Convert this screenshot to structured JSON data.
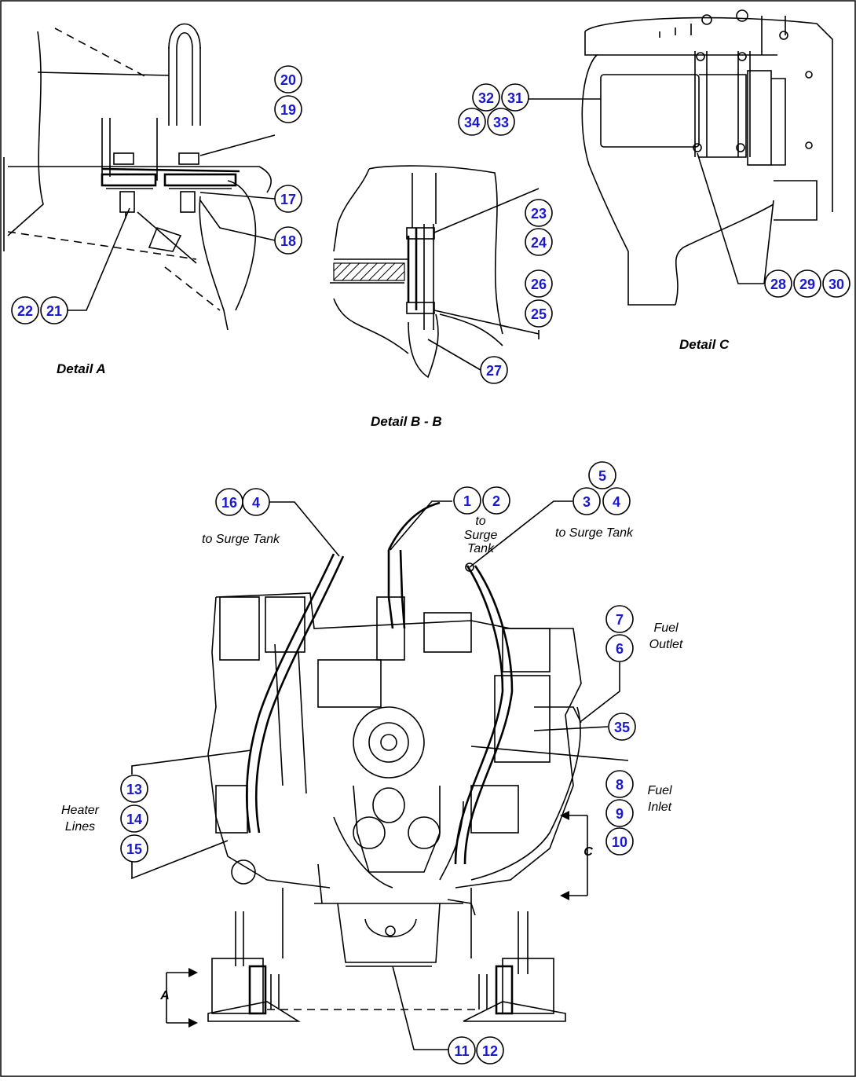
{
  "captions": {
    "detail_a": "Detail A",
    "detail_bb": "Detail B - B",
    "detail_c": "Detail C"
  },
  "labels": {
    "to_surge_tank_left": "to Surge Tank",
    "to_surge_tank_mid": [
      "to",
      "Surge",
      "Tank"
    ],
    "to_surge_tank_right": "to Surge Tank",
    "fuel_outlet": [
      "Fuel",
      "Outlet"
    ],
    "fuel_inlet": [
      "Fuel",
      "Inlet"
    ],
    "heater_lines": [
      "Heater",
      "Lines"
    ],
    "section_a": "A",
    "section_c": "C"
  },
  "callouts": [
    {
      "id": "c20",
      "text": "20"
    },
    {
      "id": "c19",
      "text": "19"
    },
    {
      "id": "c17",
      "text": "17"
    },
    {
      "id": "c18",
      "text": "18"
    },
    {
      "id": "c22",
      "text": "22"
    },
    {
      "id": "c21",
      "text": "21"
    },
    {
      "id": "c23",
      "text": "23"
    },
    {
      "id": "c24",
      "text": "24"
    },
    {
      "id": "c26",
      "text": "26"
    },
    {
      "id": "c25",
      "text": "25"
    },
    {
      "id": "c27",
      "text": "27"
    },
    {
      "id": "c32",
      "text": "32"
    },
    {
      "id": "c31",
      "text": "31"
    },
    {
      "id": "c34",
      "text": "34"
    },
    {
      "id": "c33",
      "text": "33"
    },
    {
      "id": "c28",
      "text": "28"
    },
    {
      "id": "c29",
      "text": "29"
    },
    {
      "id": "c30",
      "text": "30"
    },
    {
      "id": "c16",
      "text": "16"
    },
    {
      "id": "c4a",
      "text": "4"
    },
    {
      "id": "c1",
      "text": "1"
    },
    {
      "id": "c2",
      "text": "2"
    },
    {
      "id": "c5",
      "text": "5"
    },
    {
      "id": "c3",
      "text": "3"
    },
    {
      "id": "c4b",
      "text": "4"
    },
    {
      "id": "c7",
      "text": "7"
    },
    {
      "id": "c6",
      "text": "6"
    },
    {
      "id": "c35",
      "text": "35"
    },
    {
      "id": "c8",
      "text": "8"
    },
    {
      "id": "c9",
      "text": "9"
    },
    {
      "id": "c10",
      "text": "10"
    },
    {
      "id": "c13",
      "text": "13"
    },
    {
      "id": "c14",
      "text": "14"
    },
    {
      "id": "c15",
      "text": "15"
    },
    {
      "id": "c11",
      "text": "11"
    },
    {
      "id": "c12",
      "text": "12"
    }
  ]
}
